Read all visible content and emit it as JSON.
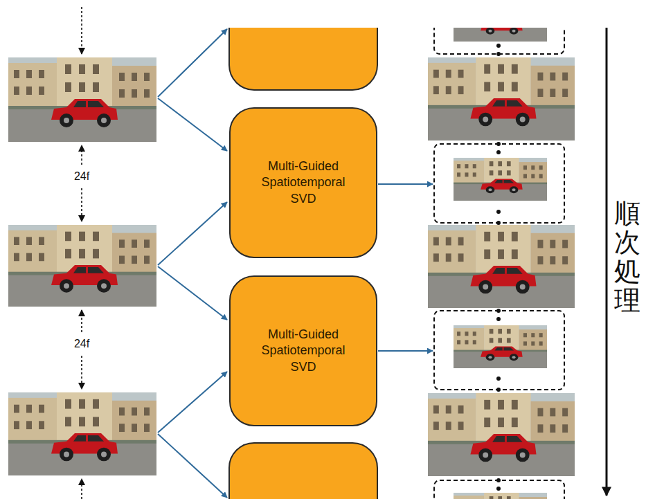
{
  "diagram": {
    "nodes": [
      {
        "text": [
          "Multi-Guided Spatiotemporal SVD"
        ]
      },
      {
        "text": [
          "Multi-Guided Spatiotemporal SVD"
        ]
      }
    ],
    "labels": [
      "24f",
      "24f",
      "順次処理"
    ]
  }
}
